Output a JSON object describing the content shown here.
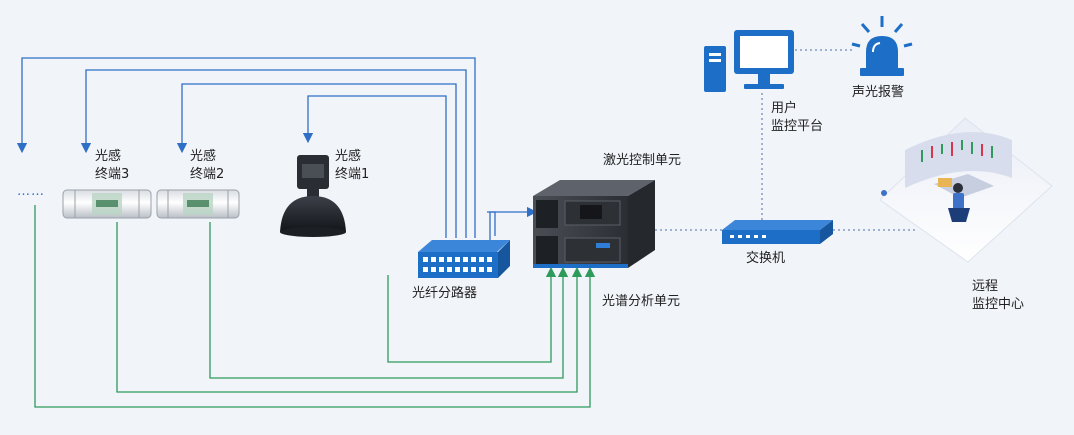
{
  "labels": {
    "terminal1": [
      "光感",
      "终端1"
    ],
    "terminal2": [
      "光感",
      "终端2"
    ],
    "terminal3": [
      "光感",
      "终端3"
    ],
    "splitter": "光纤分路器",
    "laser_unit": "激光控制单元",
    "spectrum_unit": "光谱分析单元",
    "switch": "交换机",
    "user_platform": [
      "用户",
      "监控平台"
    ],
    "alarm": "声光报警",
    "remote_center": [
      "远程",
      "监控中心"
    ],
    "ellipsis": "……"
  },
  "colors": {
    "fiber_blue": "#2f6fc6",
    "fiber_green": "#2e9a5c",
    "network_dotted": "#4a6fa8",
    "device_blue": "#1d6ec7",
    "rack_dark": "#3a3d44",
    "background": "#f1f4f9"
  },
  "icons": {
    "computer": "desktop-computer-icon",
    "alarm": "siren-alarm-icon",
    "remote": "control-room-illustration"
  }
}
